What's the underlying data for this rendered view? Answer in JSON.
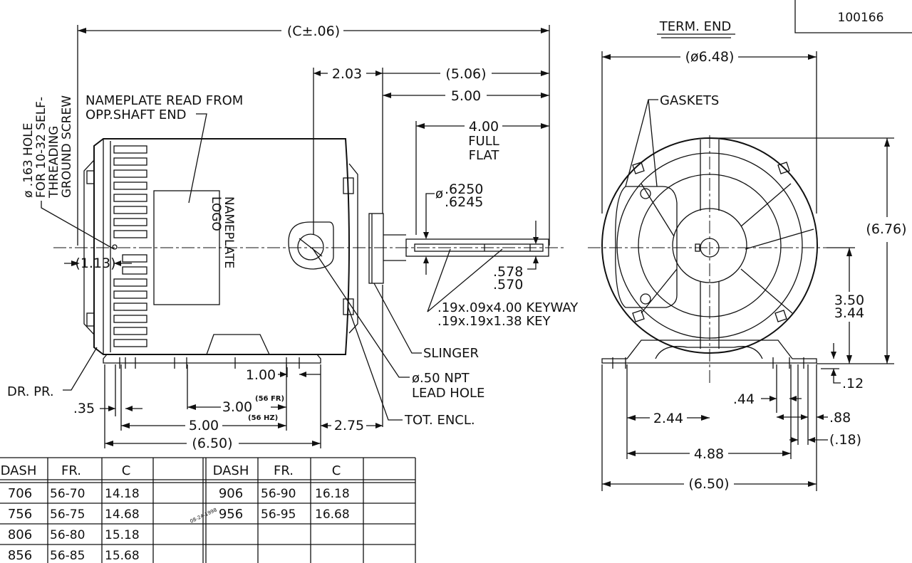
{
  "drawing_number": "100166",
  "side_view": {
    "dim_overall": "(C±.06)",
    "dim_2_03": "2.03",
    "dim_5_06": "(5.06)",
    "dim_5_00_shaft": "5.00",
    "dim_4_00": "4.00",
    "full": "FULL",
    "flat": "FLAT",
    "shaft_dia_symbol": "ø",
    "shaft_dia_top": ".6250",
    "shaft_dia_bottom": ".6245",
    "key_height_top": ".578",
    "key_height_bottom": ".570",
    "keyway_line1": ".19x.09x4.00 KEYWAY",
    "keyway_line2": ".19x.19x1.38 KEY",
    "nameplate_note_line1": "NAMEPLATE READ FROM",
    "nameplate_note_line2": "OPP.SHAFT END",
    "nameplate_label": "NAMEPLATE",
    "logo_label": "LOGO",
    "ground_line1": "ø .163 HOLE",
    "ground_line2": "FOR 10-32 SELF-",
    "ground_line3": "THREADING",
    "ground_line4": "GROUND SCREW",
    "dim_1_13": "(1.13)",
    "slinger": "SLINGER",
    "npt_line1": "ø.50 NPT",
    "npt_line2": "LEAD HOLE",
    "tot_encl": "TOT. ENCL.",
    "dr_pr": "DR. PR.",
    "dim_1_00": "1.00",
    "dim_35": ".35",
    "dim_3_00": "3.00",
    "note_56fr": "(56 FR)",
    "note_56hz": "(56 HZ)",
    "dim_5_00_base": "5.00",
    "dim_2_75": "2.75",
    "dim_6_50_base": "(6.50)"
  },
  "end_view": {
    "title": "TERM. END",
    "dim_dia": "(ø6.48)",
    "gaskets": "GASKETS",
    "dim_6_76": "(6.76)",
    "dim_3_50": "3.50",
    "dim_3_44": "3.44",
    "dim_12": ".12",
    "dim_44": ".44",
    "dim_88": ".88",
    "dim_18": "(.18)",
    "dim_2_44": "2.44",
    "dim_4_88": "4.88",
    "dim_6_50": "(6.50)"
  },
  "table": {
    "headers": [
      "DASH",
      "FR.",
      "C",
      ""
    ],
    "left_rows": [
      [
        "706",
        "56-70",
        "14.18"
      ],
      [
        "756",
        "56-75",
        "14.68"
      ],
      [
        "806",
        "56-80",
        "15.18"
      ],
      [
        "856",
        "56-85",
        "15.68"
      ]
    ],
    "right_rows": [
      [
        "906",
        "56-90",
        "16.18"
      ],
      [
        "956",
        "56-95",
        "16.68"
      ],
      [
        "",
        "",
        ""
      ],
      [
        "",
        "",
        ""
      ]
    ],
    "stamp": "08-24-1998"
  }
}
